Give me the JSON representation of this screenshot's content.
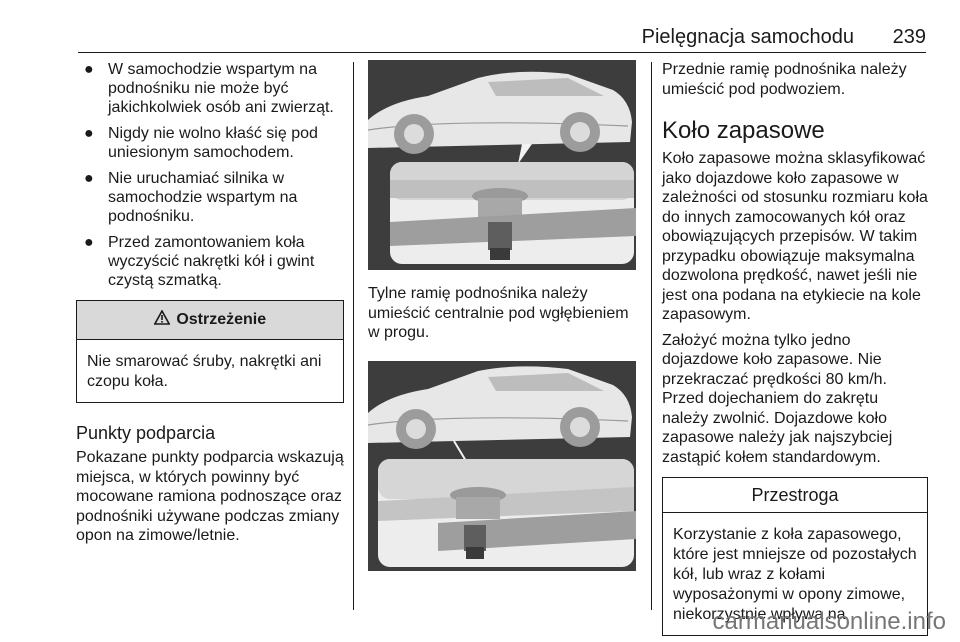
{
  "header": {
    "title": "Pielęgnacja samochodu",
    "page_number": "239"
  },
  "col1": {
    "bullets": [
      "W samochodzie wspartym na podnośniku nie może być jakichkolwiek osób ani zwierząt.",
      "Nigdy nie wolno kłaść się pod uniesionym samochodem.",
      "Nie uruchamiać silnika w samochodzie wspartym na podnośniku.",
      "Przed zamontowaniem koła wyczyścić nakrętki kół i gwint czystą szmatką."
    ],
    "warning": {
      "icon": "warning-triangle-icon",
      "title": "Ostrzeżenie",
      "body": "Nie smarować śruby, nakrętki ani czopu koła."
    },
    "heading": "Punkty podparcia",
    "paragraph": "Pokazane punkty podparcia wskazują miejsca, w których powinny być mocowane ramiona podnoszące oraz podnośniki używane podczas zmiany opon na zimowe/letnie."
  },
  "col2": {
    "figure1_caption": "Tylne ramię podnośnika należy umieścić centralnie pod wgłębieniem w progu."
  },
  "col3": {
    "intro": "Przednie ramię podnośnika należy umieścić pod podwoziem.",
    "heading": "Koło zapasowe",
    "p1": "Koło zapasowe można sklasyfikować jako dojazdowe koło zapasowe w zależności od stosunku rozmiaru koła do innych zamocowanych kół oraz obowiązujących przepisów. W takim przypadku obowiązuje maksymalna dozwolona prędkość, nawet jeśli nie jest ona podana na etykiecie na kole zapasowym.",
    "p2": "Założyć można tylko jedno dojazdowe koło zapasowe. Nie przekraczać prędkości 80 km/h. Przed dojechaniem do zakrętu należy zwolnić. Dojazdowe koło zapasowe należy jak najszybciej zastąpić kołem standardowym.",
    "caution": {
      "title": "Przestroga",
      "body": "Korzystanie z koła zapasowego, które jest mniejsze od pozostałych kół, lub wraz z kołami wyposażonymi w opony zimowe, niekorzystnie wpływa na"
    }
  },
  "footer": {
    "watermark": "carmanualsonline.info"
  }
}
